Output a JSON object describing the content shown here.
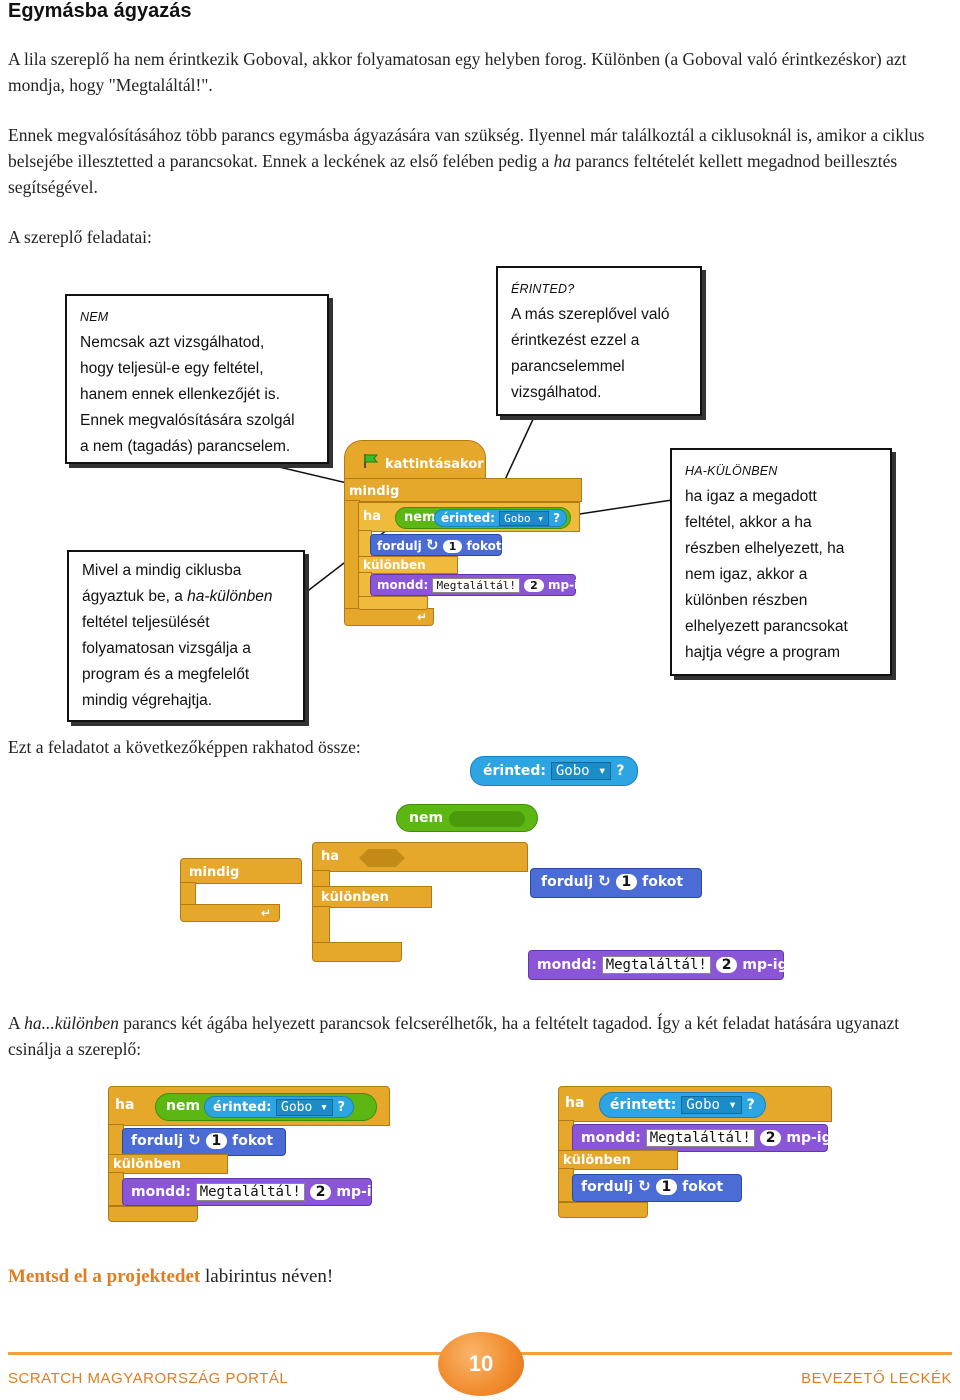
{
  "title": "Egymásba ágyazás",
  "intro": "A lila szereplő ha nem érintkezik Goboval, akkor folyamatosan egy helyben forog. Különben (a Goboval való érintkezéskor) azt mondja, hogy \"Megtaláltál!\".",
  "para2_a": "Ennek megvalósításához több parancs egymásba ágyazására van szükség. Ilyennel már találkoztál a ciklusoknál is, amikor a ciklus belsejébe illesztetted a parancsokat. Ennek a leckének az első felében pedig a ",
  "para2_ha": "ha",
  "para2_b": " parancs feltételét kellett megadnod beillesztés segítségével.",
  "tasks_label": "A szereplő feladatai:",
  "callouts": {
    "nem": {
      "head": "NEM",
      "lines": [
        "Nemcsak azt vizsgálhatod,",
        "hogy teljesül-e egy feltétel,",
        "hanem ennek ellenkezőjét is.",
        "Ennek megvalósítására szolgál",
        "a nem (tagadás) parancselem."
      ]
    },
    "erinted": {
      "head": "ÉRINTED?",
      "lines": [
        "A más szereplővel való",
        "érintkezést ezzel a",
        "parancselemmel",
        "vizsgálhatod."
      ]
    },
    "hakulonben": {
      "head": "HA-KÜLÖNBEN",
      "lines": [
        "ha igaz a megadott",
        "feltétel, akkor a ha",
        "részben elhelyezett, ha",
        "nem igaz, akkor a",
        "különben részben",
        "elhelyezett parancsokat",
        "hajtja végre a program"
      ]
    },
    "mindig": {
      "l1": "Mivel a mindig ciklusba",
      "l2a": "ágyaztuk be, a ",
      "l2i": "ha-különben",
      "l3": "feltétel teljesülését",
      "l4": "folyamatosan vizsgálja a",
      "l5": "program és a megfelelőt",
      "l6": "mindig végrehajtja."
    }
  },
  "blocks": {
    "hat_label": "kattintásakor",
    "forever_label": "mindig",
    "if_label": "ha",
    "else_label": "különben",
    "not_label": "nem",
    "touching_label": "érinted:",
    "touching_label_small": "érintett:",
    "touching_target": "Gobo",
    "question": "?",
    "turn_label": "fordulj",
    "turn_value": "1",
    "turn_unit": "fokot",
    "say_label": "mondd:",
    "say_text": "Megtaláltál!",
    "say_secs": "2",
    "say_unit": "mp-ig"
  },
  "assemble_label": "Ezt a feladatot a következőképpen rakhatod össze:",
  "swap_a": "A ",
  "swap_ha": "ha...különben",
  "swap_b": " parancs két ágába helyezett parancsok felcserélhetők, ha a feltételt tagadod. Így a két feladat hatására ugyanazt csinálja a szereplő:",
  "save_bold": "Mentsd el a projektedet",
  "save_rest": " labirintus néven!",
  "footer": {
    "left": "SCRATCH MAGYARORSZÁG PORTÁL",
    "right": "BEVEZETŐ LECKÉK",
    "page": "10"
  },
  "colors": {
    "control": "#e6a82a",
    "motion": "#4a6cd4",
    "looks": "#8a55d7",
    "sensing": "#2ca5e2",
    "operators": "#5cb712",
    "accent": "#e27c1f"
  }
}
